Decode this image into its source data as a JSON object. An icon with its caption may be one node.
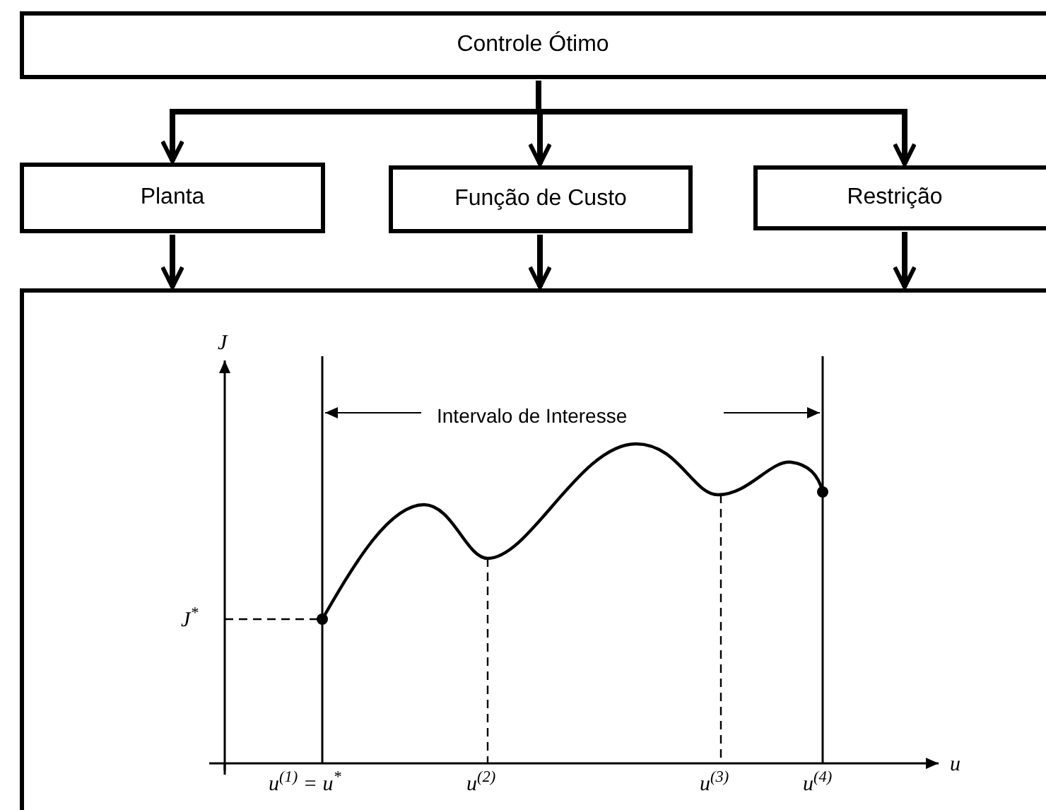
{
  "diagram": {
    "nodes": [
      {
        "text": [
          "Controle Ótimo"
        ]
      },
      {
        "text": [
          "Planta"
        ]
      },
      {
        "text": [
          "Função de Custo"
        ]
      },
      {
        "text": [
          "Restrição"
        ]
      },
      {
        "text": [],
        "shape": "box"
      }
    ],
    "edges": [
      {
        "from": 0,
        "to": 1,
        "arrow": "to"
      },
      {
        "from": 0,
        "to": 2,
        "arrow": "to"
      },
      {
        "from": 0,
        "to": 3,
        "arrow": "to"
      },
      {
        "from": 1,
        "to": 4,
        "arrow": "to"
      },
      {
        "from": 2,
        "to": 4,
        "arrow": "to"
      },
      {
        "from": 3,
        "to": 4,
        "arrow": "to"
      }
    ],
    "labels": [
      "J",
      "Intervalo de Interesse",
      "J$^{*}$",
      "u$^{(1)}$ = u$^{*}$",
      "u$^{(2)}$",
      "u$^{(3)}$",
      "u$^{(4)}$",
      "u"
    ]
  }
}
